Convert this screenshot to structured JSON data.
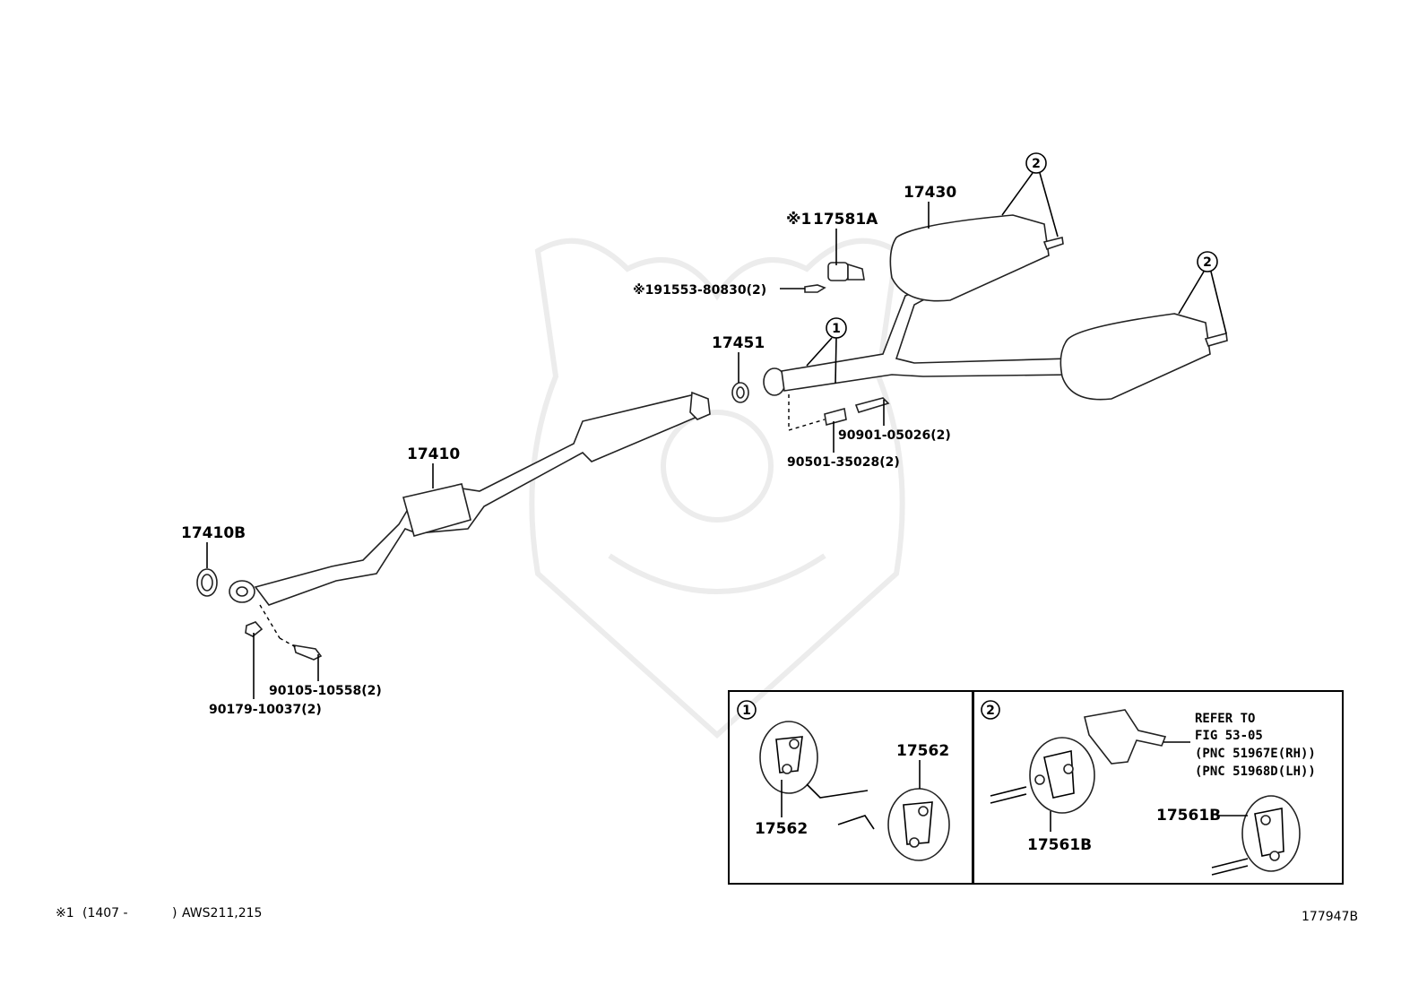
{
  "diagram_id": "177947B",
  "footnote": {
    "mark": "※1",
    "range_open": "(1407 -",
    "range_close": ")",
    "models": "AWS211,215"
  },
  "parts": {
    "p17430": "17430",
    "p17581A_mark": "※1",
    "p17581A": "17581A",
    "p91553": "※191553-80830(2)",
    "p17451": "17451",
    "p90901": "90901-05026(2)",
    "p90501": "90501-35028(2)",
    "p17410": "17410",
    "p17410B": "17410B",
    "p90105": "90105-10558(2)",
    "p90179": "90179-10037(2)"
  },
  "callouts": {
    "c1": "1",
    "c2": "2"
  },
  "inset1": {
    "num": "1",
    "label_top": "17562",
    "label_bottom": "17562"
  },
  "inset2": {
    "num": "2",
    "refer_lines": [
      "REFER TO",
      "FIG 53-05",
      "(PNC 51967E(RH))",
      "(PNC 51968D(LH))"
    ],
    "label_left": "17561B",
    "label_right": "17561B"
  }
}
